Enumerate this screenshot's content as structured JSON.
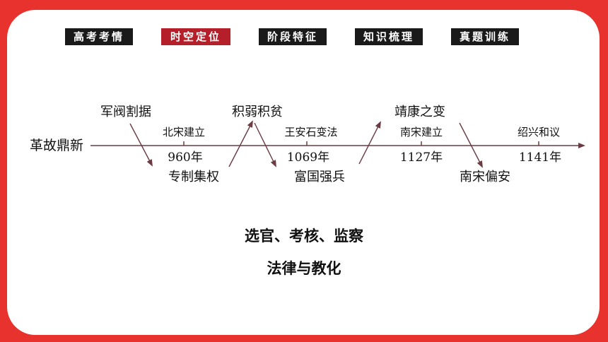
{
  "tabs": [
    {
      "label": "高考考情",
      "active": false
    },
    {
      "label": "时空定位",
      "active": true
    },
    {
      "label": "阶段特征",
      "active": false
    },
    {
      "label": "知识梳理",
      "active": false
    },
    {
      "label": "真题训练",
      "active": false
    }
  ],
  "timeline": {
    "start_label": "革故鼎新",
    "events": [
      {
        "name": "北宋建立",
        "year": "960年"
      },
      {
        "name": "王安石变法",
        "year": "1069年"
      },
      {
        "name": "南宋建立",
        "year": "1127年"
      },
      {
        "name": "绍兴和议",
        "year": "1141年"
      }
    ],
    "zigzag": {
      "upper": [
        "军阀割据",
        "积弱积贫",
        "靖康之变"
      ],
      "lower": [
        "专制集权",
        "富国强兵",
        "南宋偏安"
      ]
    }
  },
  "summary": {
    "line1": "选官、考核、监察",
    "line2": "法律与教化"
  },
  "colors": {
    "background": "#e8322e",
    "tab_dark": "#1a1a1a",
    "tab_active": "#b41f2a",
    "timeline_line": "#6b3b44"
  }
}
